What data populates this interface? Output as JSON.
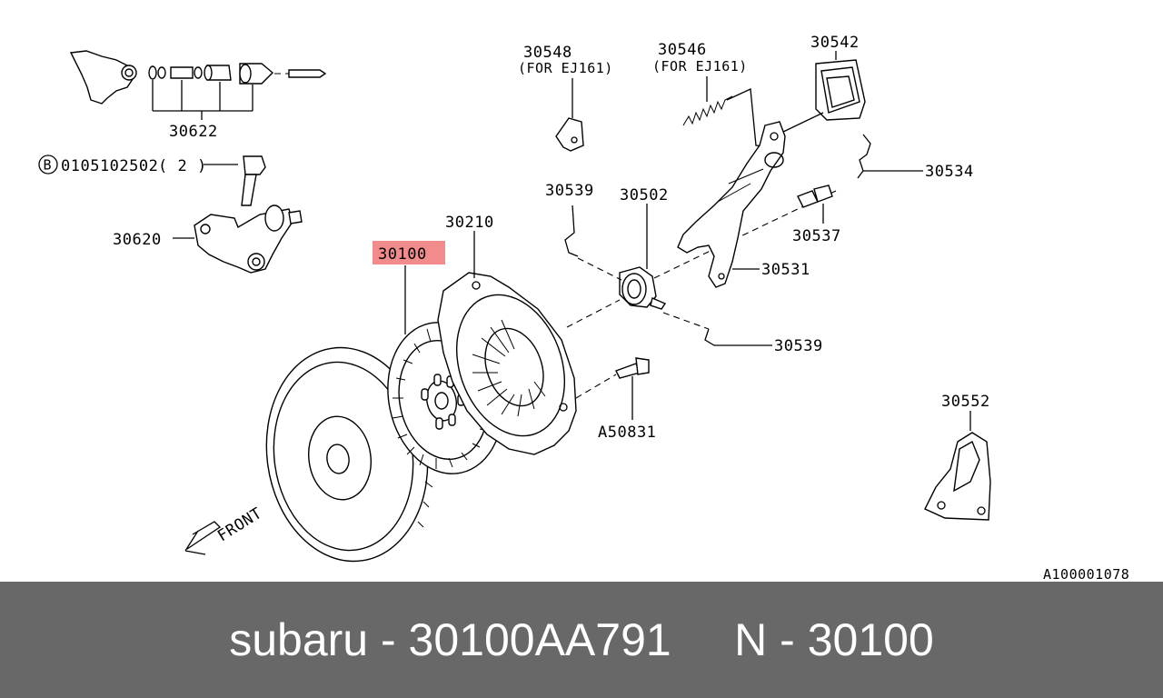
{
  "diagram": {
    "callouts": {
      "c30622": "30622",
      "bolt_ref": "0105102502",
      "bolt_qty": "( 2 )",
      "bolt_badge": "B",
      "c30620": "30620",
      "c30100": "30100",
      "c30210": "30210",
      "c30548": "30548",
      "c30548_note": "(FOR EJ161)",
      "c30546": "30546",
      "c30546_note": "(FOR EJ161)",
      "c30542": "30542",
      "c30539_top": "30539",
      "c30502": "30502",
      "c30534": "30534",
      "c30537": "30537",
      "c30531": "30531",
      "c30539_bottom": "30539",
      "a50831": "A50831",
      "c30552": "30552"
    },
    "front_label": "FRONT",
    "figure_id": "A100001078",
    "highlight_color": "#f28b8b"
  },
  "caption": {
    "text": "subaru - 30100AA791     N - 30100"
  },
  "colors": {
    "bar": "#686868",
    "caption_text": "#ffffff"
  }
}
